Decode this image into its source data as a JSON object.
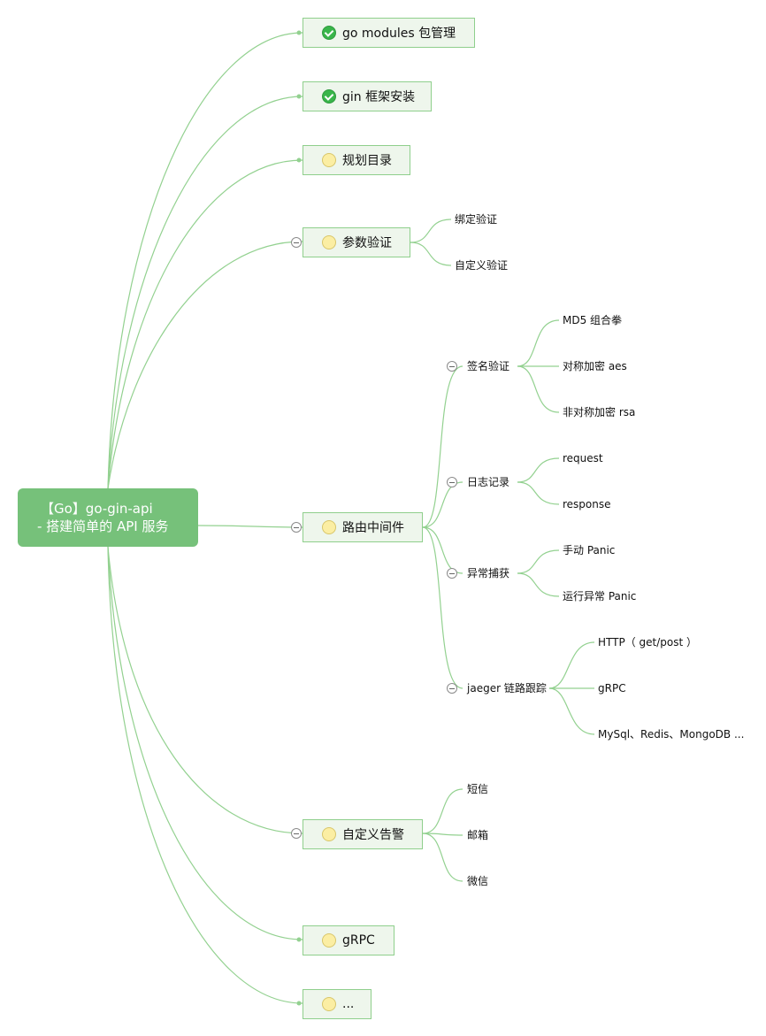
{
  "root": {
    "line1": "【Go】go-gin-api",
    "line2": "- 搭建简单的 API 服务"
  },
  "topics": [
    {
      "label": "go modules 包管理",
      "icon": "check-icon"
    },
    {
      "label": "gin 框架安装",
      "icon": "check-icon"
    },
    {
      "label": "规划目录",
      "icon": "pending-dot-icon"
    },
    {
      "label": "参数验证",
      "icon": "pending-dot-icon"
    },
    {
      "label": "路由中间件",
      "icon": "pending-dot-icon"
    },
    {
      "label": "自定义告警",
      "icon": "pending-dot-icon"
    },
    {
      "label": "gRPC",
      "icon": "pending-dot-icon"
    },
    {
      "label": "...",
      "icon": "pending-dot-icon"
    }
  ],
  "param_validation": [
    "绑定验证",
    "自定义验证"
  ],
  "middleware": [
    {
      "label": "签名验证",
      "children": [
        "MD5 组合拳",
        "对称加密 aes",
        "非对称加密 rsa"
      ]
    },
    {
      "label": "日志记录",
      "children": [
        "request",
        "response"
      ]
    },
    {
      "label": "异常捕获",
      "children": [
        "手动 Panic",
        "运行异常 Panic"
      ]
    },
    {
      "label": "jaeger 链路跟踪",
      "children": [
        "HTTP（ get/post ）",
        "gRPC",
        "MySql、Redis、MongoDB ..."
      ]
    }
  ],
  "alerts": [
    "短信",
    "邮箱",
    "微信"
  ],
  "colors": {
    "root_bg": "#76c17a",
    "edge": "#93d190",
    "node_bg": "#eef6ec",
    "node_border": "#8fcf8c",
    "check": "#39b54a",
    "dot": "#fbeea3"
  }
}
